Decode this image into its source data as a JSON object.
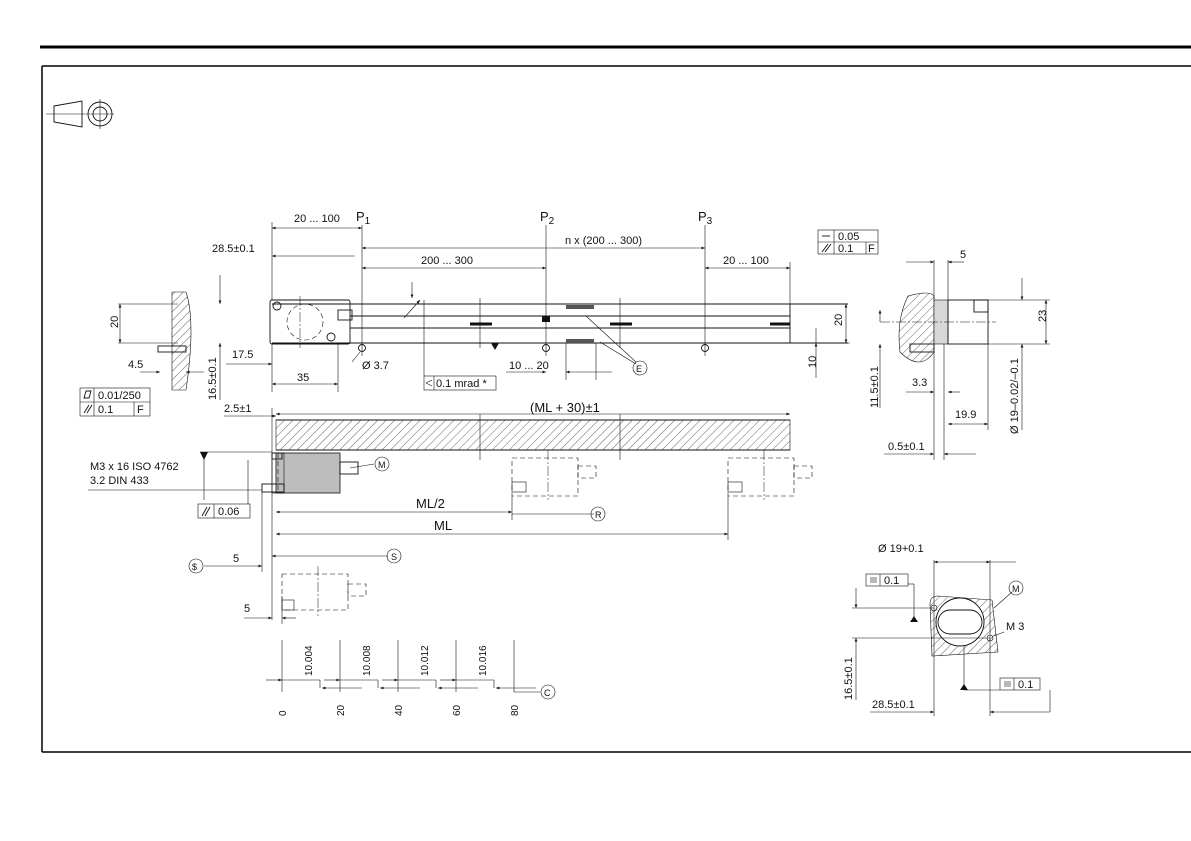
{
  "points": {
    "p1": "P",
    "p2": "P",
    "p3": "P",
    "s1": "1",
    "s2": "2",
    "s3": "3"
  },
  "dims": {
    "d20_100_left": "20 ... 100",
    "d28_5": "28.5±0.1",
    "d200_300": "200 ... 300",
    "n_x": "n x (200 ... 300)",
    "d20_100_right": "20 ... 100",
    "d20_left": "20",
    "d4_5": "4.5",
    "d17_5": "17.5",
    "d16_5": "16.5±0.1",
    "d3_7": "Ø 3.7",
    "d35": "35",
    "d10_20": "10 ... 20",
    "d20_right": "20",
    "d10": "10",
    "d2_5": "2.5±1",
    "ml30": "(ML + 30)±1",
    "ml_half": "ML/2",
    "ml": "ML",
    "d5a": "5",
    "d5b": "5",
    "side_5": "5",
    "side_23": "23",
    "side_11_5": "11.5±0.1",
    "side_3_3": "3.3",
    "side_19_9": "19.9",
    "side_0_5": "0.5±0.1",
    "side_dia19": "Ø 19–0.02/–0.1",
    "det_dia19": "Ø 19+0.1",
    "det_m3": "M 3",
    "det_16_5": "16.5±0.1",
    "det_28_5": "28.5±0.1",
    "screw1": "M3 x 16 ISO 4762",
    "screw2": "3.2 DIN 433"
  },
  "tolerances": {
    "flat": "0.05",
    "par": "0.1",
    "par_ref": "F",
    "mrad": "0.1 mrad *",
    "flat2": "0.01/250",
    "par2": "0.1",
    "par2_ref": "F",
    "par3": "0.06",
    "sym1": "0.1",
    "sym2": "0.1"
  },
  "markers": {
    "e": "E",
    "m": "M",
    "r": "R",
    "s": "S",
    "dollar": "$",
    "c": "C",
    "m2": "M"
  },
  "chart": {
    "values": [
      "10.004",
      "10.008",
      "10.012",
      "10.016"
    ],
    "axis": [
      "0",
      "20",
      "40",
      "60",
      "80"
    ]
  }
}
